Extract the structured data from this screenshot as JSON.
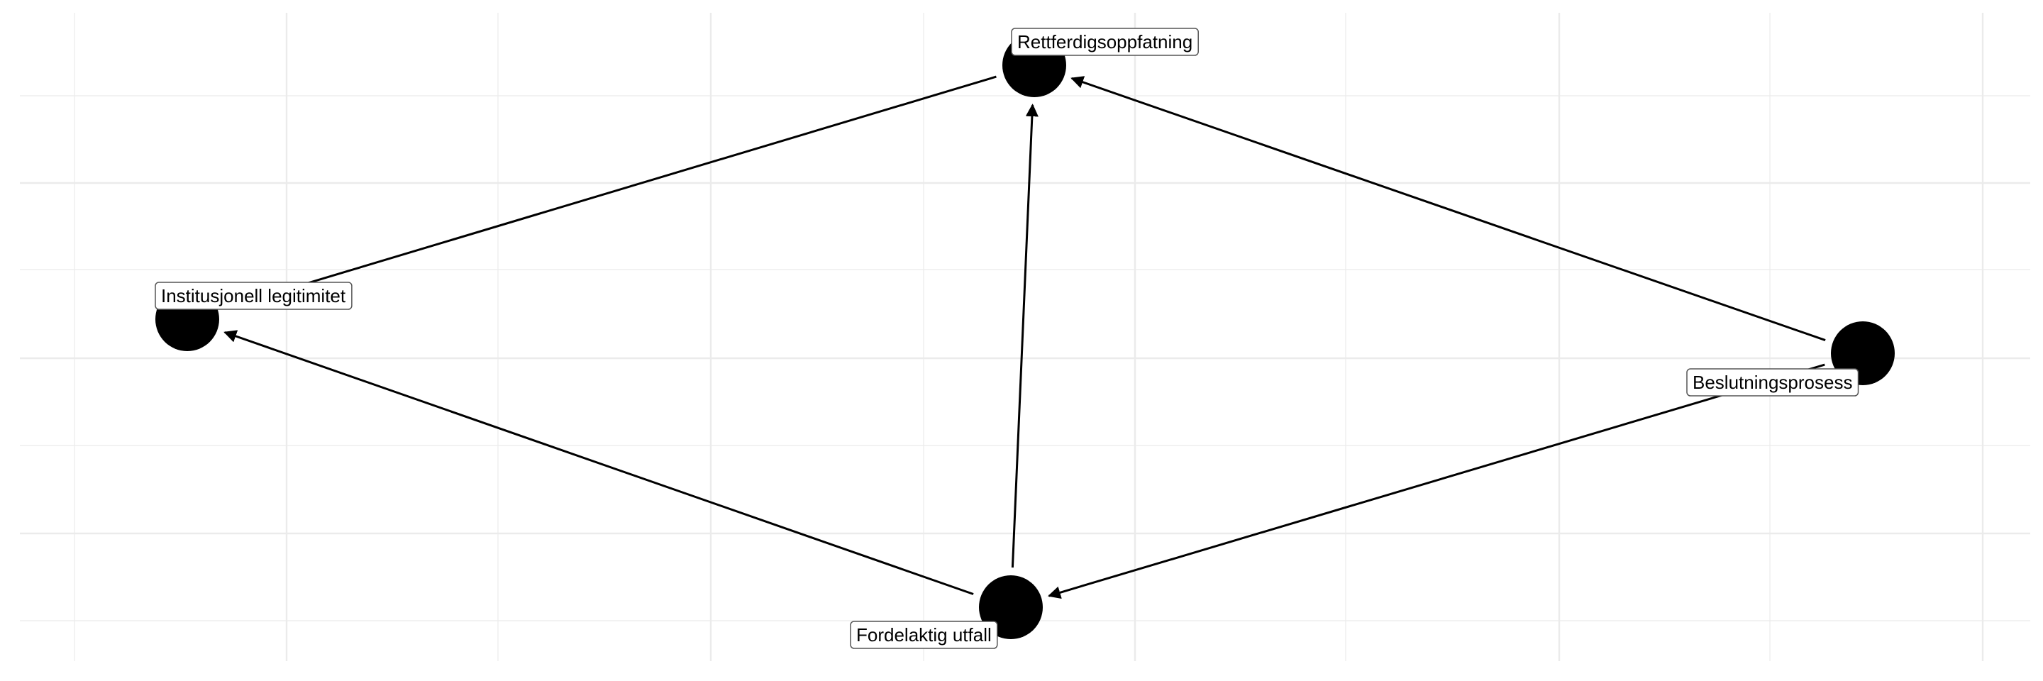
{
  "diagram": {
    "type": "directed-graph",
    "background": "#ffffff",
    "grid": true,
    "grid_color": "#ebebeb",
    "node_color": "#000000",
    "edge_color": "#000000",
    "nodes": [
      {
        "id": "rett",
        "label": "Rettferdigsoppfatning"
      },
      {
        "id": "inst",
        "label": "Institusjonell legitimitet"
      },
      {
        "id": "besl",
        "label": "Beslutningsprosess"
      },
      {
        "id": "ford",
        "label": "Fordelaktig utfall"
      }
    ],
    "edges": [
      {
        "from": "inst",
        "to": "rett",
        "arrow": false
      },
      {
        "from": "besl",
        "to": "rett",
        "arrow": true
      },
      {
        "from": "besl",
        "to": "ford",
        "arrow": true
      },
      {
        "from": "ford",
        "to": "rett",
        "arrow": true
      },
      {
        "from": "ford",
        "to": "inst",
        "arrow": true
      }
    ]
  }
}
